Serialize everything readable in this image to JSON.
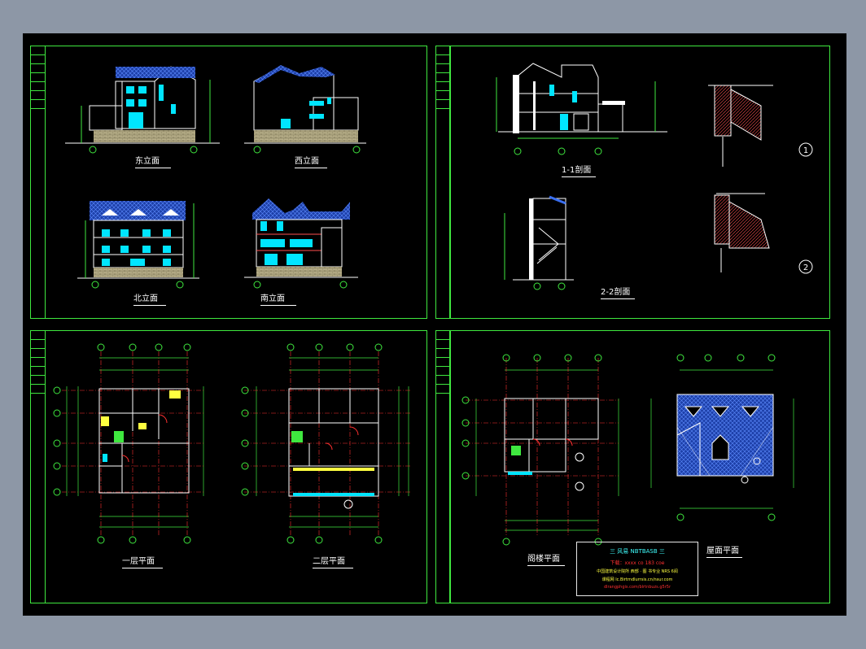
{
  "drawings": {
    "east_elevation": "东立面",
    "west_elevation": "西立面",
    "north_elevation": "北立面",
    "south_elevation": "南立面",
    "section_1": "1-1剖面",
    "section_2": "2-2剖面",
    "floor_1": "一层平面",
    "floor_2": "二层平面",
    "attic_plan": "阁楼平面",
    "roof_plan": "屋面平面"
  },
  "detail_markers": [
    "1",
    "2"
  ],
  "title_block": {
    "line1": "三 风易  NBTBASB  三",
    "line2": "下载：xxxx    co 183 coe",
    "line3": "中国建筑设计院所 西部 · 图 书专业  NRS 6阅",
    "line4": "课程网  lc.Birtrndlurrsis.cn/nsur.com",
    "line5": "dlrangphgis.com/blrtnbuzs.g5r5r"
  },
  "colors": {
    "frame": "#3fe83f",
    "wall": "#ffffff",
    "window": "#00e5ff",
    "roof": "#3a6ff0",
    "axis": "#ff3030",
    "dimension": "#3fe83f",
    "title_red": "#ff3030",
    "title_yellow": "#ffff40",
    "title_cyan": "#40ffff"
  }
}
